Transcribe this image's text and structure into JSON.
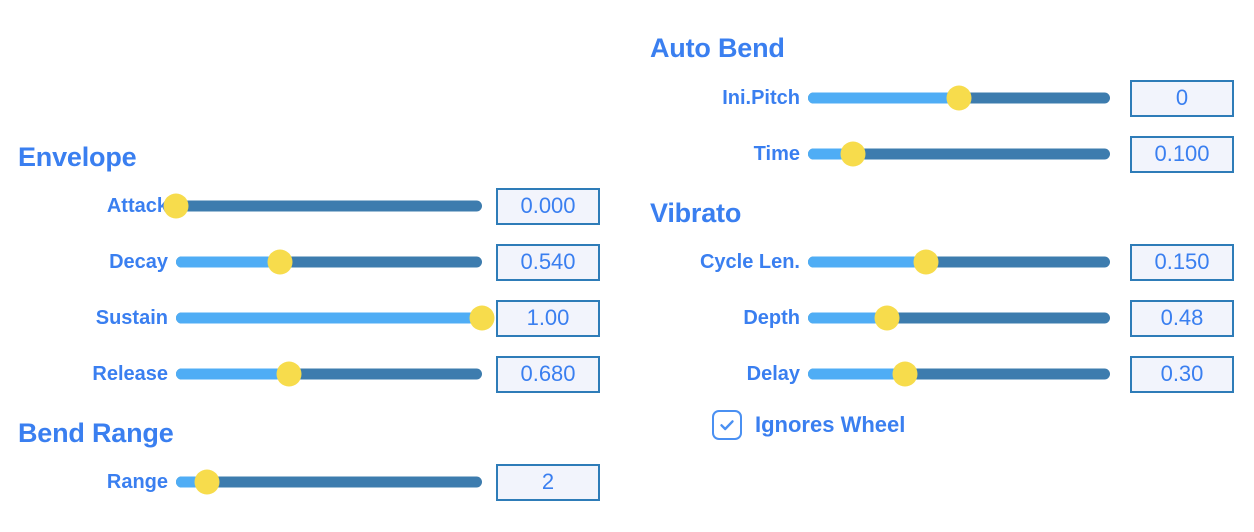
{
  "colors": {
    "label_blue": "#3a7ff0",
    "track_unfilled": "#3d7cae",
    "track_filled": "#4fadf5",
    "knob_yellow": "#f7dc4c",
    "value_border": "#2e7cb8",
    "value_fill": "#f2f4fc",
    "background": "#ffffff"
  },
  "left": {
    "envelope": {
      "title": "Envelope",
      "sliders": [
        {
          "label": "Attack",
          "value": "0.000",
          "fill_pct": 0
        },
        {
          "label": "Decay",
          "value": "0.540",
          "fill_pct": 34
        },
        {
          "label": "Sustain",
          "value": "1.00",
          "fill_pct": 100
        },
        {
          "label": "Release",
          "value": "0.680",
          "fill_pct": 37
        }
      ]
    },
    "bend_range": {
      "title": "Bend Range",
      "sliders": [
        {
          "label": "Range",
          "value": "2",
          "fill_pct": 10
        }
      ]
    }
  },
  "right": {
    "auto_bend": {
      "title": "Auto Bend",
      "sliders": [
        {
          "label": "Ini.Pitch",
          "value": "0",
          "fill_pct": 50
        },
        {
          "label": "Time",
          "value": "0.100",
          "fill_pct": 15
        }
      ]
    },
    "vibrato": {
      "title": "Vibrato",
      "sliders": [
        {
          "label": "Cycle Len.",
          "value": "0.150",
          "fill_pct": 39
        },
        {
          "label": "Depth",
          "value": "0.48",
          "fill_pct": 26
        },
        {
          "label": "Delay",
          "value": "0.30",
          "fill_pct": 32
        }
      ]
    },
    "ignores_wheel": {
      "label": "Ignores Wheel",
      "checked": true,
      "icon": "checkmark-icon"
    }
  }
}
